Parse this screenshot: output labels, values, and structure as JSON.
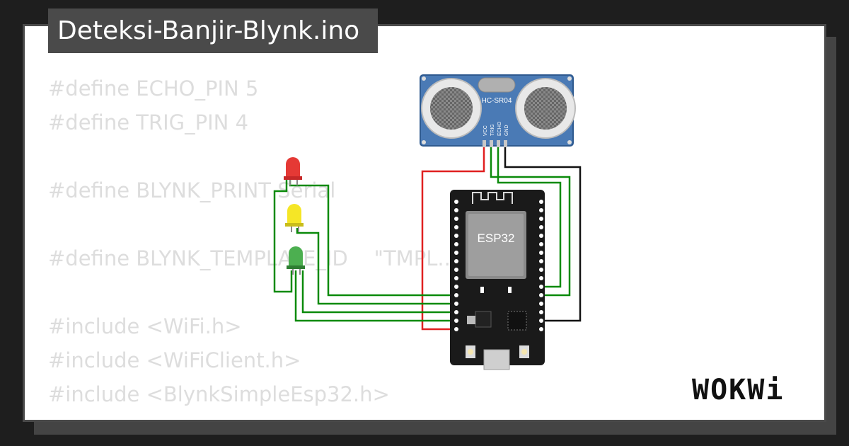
{
  "header": {
    "filename": "Deteksi-Banjir-Blynk.ino"
  },
  "code_lines": [
    "#define ECHO_PIN 5",
    "#define TRIG_PIN 4",
    "",
    "#define BLYNK_PRINT Serial",
    "",
    "#define BLYNK_TEMPLATE_ID    \"TMPL...\"",
    "",
    "#include <WiFi.h>",
    "#include <WiFiClient.h>",
    "#include <BlynkSimpleEsp32.h>"
  ],
  "sensor": {
    "model": "HC-SR04",
    "pins": [
      "VCC",
      "TRIG",
      "ECHO",
      "GND"
    ]
  },
  "board": {
    "label": "ESP32"
  },
  "leds": [
    {
      "color": "red",
      "hex": "#e53935"
    },
    {
      "color": "yellow",
      "hex": "#f5e626"
    },
    {
      "color": "green",
      "hex": "#4caf50"
    }
  ],
  "brand": {
    "logo": "WOKWi"
  },
  "colors": {
    "wire_green": "#0a8a0a",
    "wire_red": "#e02020",
    "wire_black": "#111111",
    "board": "#1a1a1a",
    "sensor_pcb": "#4a7ab5"
  }
}
